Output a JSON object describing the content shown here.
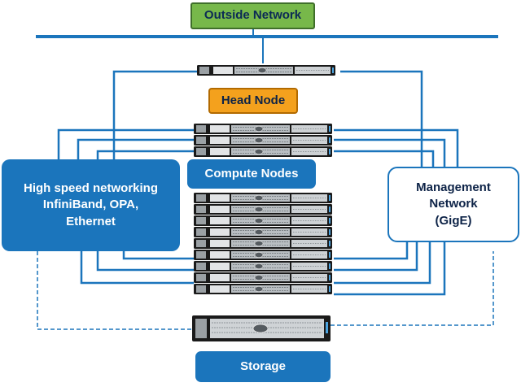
{
  "labels": {
    "outside_network": "Outside Network",
    "head_node": "Head Node",
    "high_speed_networking": [
      "High speed networking",
      "InfiniBand, OPA,",
      "Ethernet"
    ],
    "compute_nodes": "Compute Nodes",
    "management_network": [
      "Management",
      "Network",
      "(GigE)"
    ],
    "storage": "Storage"
  },
  "colors": {
    "network_line": "#1b75bc",
    "server_dark": "#1a1a1a",
    "server_light": "#cfd3d6",
    "outside_network_fill": "#77b84a",
    "head_node_fill": "#f4a11d",
    "node_box_fill": "#1b75bc"
  },
  "icons": {
    "server": "rack-server-icon",
    "storage": "storage-array-icon"
  }
}
